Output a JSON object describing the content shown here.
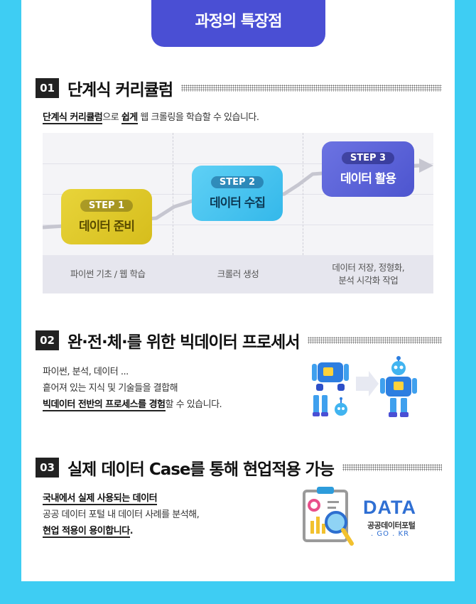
{
  "header": {
    "title": "과정의 특장점"
  },
  "section1": {
    "num": "01",
    "title": "단계식 커리큘럼",
    "desc": {
      "u1": "단계식 커리큘럼",
      "t1": "으로 ",
      "u2": "쉽게",
      "t2": " 웹 크롤링을 학습할 수 있습니다."
    },
    "steps": [
      {
        "pill": "STEP 1",
        "label": "데이터 준비"
      },
      {
        "pill": "STEP 2",
        "label": "데이터 수집"
      },
      {
        "pill": "STEP 3",
        "label": "데이터 활용"
      }
    ],
    "footer": [
      {
        "line1": "파이썬 기초 / 웹 학습",
        "line2": ""
      },
      {
        "line1": "크롤러 생성",
        "line2": ""
      },
      {
        "line1": "데이터 저장, 정형화,",
        "line2": "분석 시각화 작업"
      }
    ]
  },
  "section2": {
    "num": "02",
    "title": "완·전·체·를 위한 빅데이터 프로세서",
    "line1": "파이썬, 분석, 데이터 ...",
    "line2": "흩어져 있는 지식 및 기술들을 결합해",
    "line3_u": "빅데이터 전반의 프로세스를 경험",
    "line3_t": "할 수 있습니다."
  },
  "section3": {
    "num": "03",
    "title": "실제 데이터 Case를 통해 현업적용 가능",
    "line1_u": "국내에서 실제 사용되는 데이터",
    "line2": "공공 데이터 포털 내 데이터 사례를 분석해,",
    "line3_u": "현업 적용이 용이합니다",
    "line3_t": ".",
    "logo": {
      "big": "DATA",
      "sub": "공공데이터포털",
      "domain": ". GO . KR"
    }
  },
  "colors": {
    "background": "#3ecdf3",
    "accent": "#4a4fd4",
    "step1": "#e0c82a",
    "step2": "#41c2ef",
    "step3": "#5b63d8"
  },
  "icons": [
    "robot-icon",
    "robot-parts-icon",
    "arrow-right-icon",
    "clipboard-chart-icon",
    "magnifier-icon"
  ]
}
